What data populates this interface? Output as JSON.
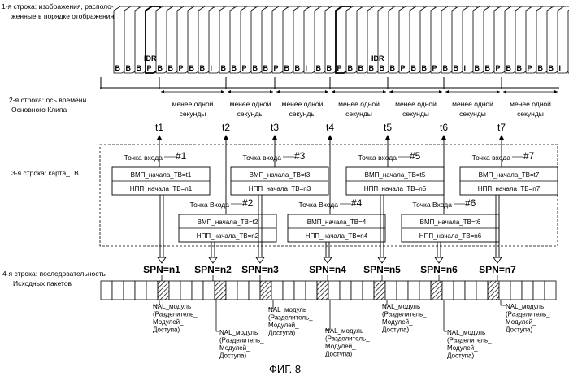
{
  "rows": {
    "row1_label": [
      "1-я строка: изображения, располо-",
      "женные в порядке отображения"
    ],
    "row2_label": [
      "2-я строка: ось времени",
      "Основного Клипа"
    ],
    "row3_label": "3-я строка: карта_TB",
    "row4_label": [
      "4-я строка: последовательность",
      "Исходных пакетов"
    ]
  },
  "frames": {
    "row_letters": "BBBPBBPBBIBBPBBPBBIBBPBBBBBPBBPBBIBBPBBPBBIBBPBBPBBIBBPBBPBB",
    "idr_label": "IDR"
  },
  "interval_label": [
    "менее одной",
    "секунды"
  ],
  "times": [
    "t1",
    "t2",
    "t3",
    "t4",
    "t5",
    "t6",
    "t7"
  ],
  "entries": [
    {
      "title": "Точка входа",
      "num": "#1",
      "pts": "ВМП_начала_TB=t1",
      "spn": "НПП_начала_TB=n1"
    },
    {
      "title": "Точка Входа",
      "num": "#2",
      "pts": "ВМП_начала_TB=t2",
      "spn": "НПП_начала_TB=n2"
    },
    {
      "title": "Точка входа",
      "num": "#3",
      "pts": "ВМП_начала_TB=t3",
      "spn": "НПП_начала_TB=n3"
    },
    {
      "title": "Точка Входа",
      "num": "#4",
      "pts": "ВМП_начала_TB=4",
      "spn": "НПП_начала_TB=n4"
    },
    {
      "title": "Точка входа",
      "num": "#5",
      "pts": "ВМП_начала_TB=t5",
      "spn": "НПП_начала_TB=n5"
    },
    {
      "title": "Точка Входа",
      "num": "#6",
      "pts": "ВМП_начала_TB=t6",
      "spn": "НПП_начала_TB=n6"
    },
    {
      "title": "Точка входа",
      "num": "#7",
      "pts": "ВМП_начала_TB=t7",
      "spn": "НПП_начала_TB=n7"
    }
  ],
  "spns": [
    "SPN=n1",
    "SPN=n2",
    "SPN=n3",
    "SPN=n4",
    "SPN=n5",
    "SPN=n6",
    "SPN=n7"
  ],
  "nal_label": [
    "NAL_модуль",
    "(Разделитель_",
    "Модулей_",
    "Доступа)"
  ],
  "figure_caption": "ФИГ. 8"
}
